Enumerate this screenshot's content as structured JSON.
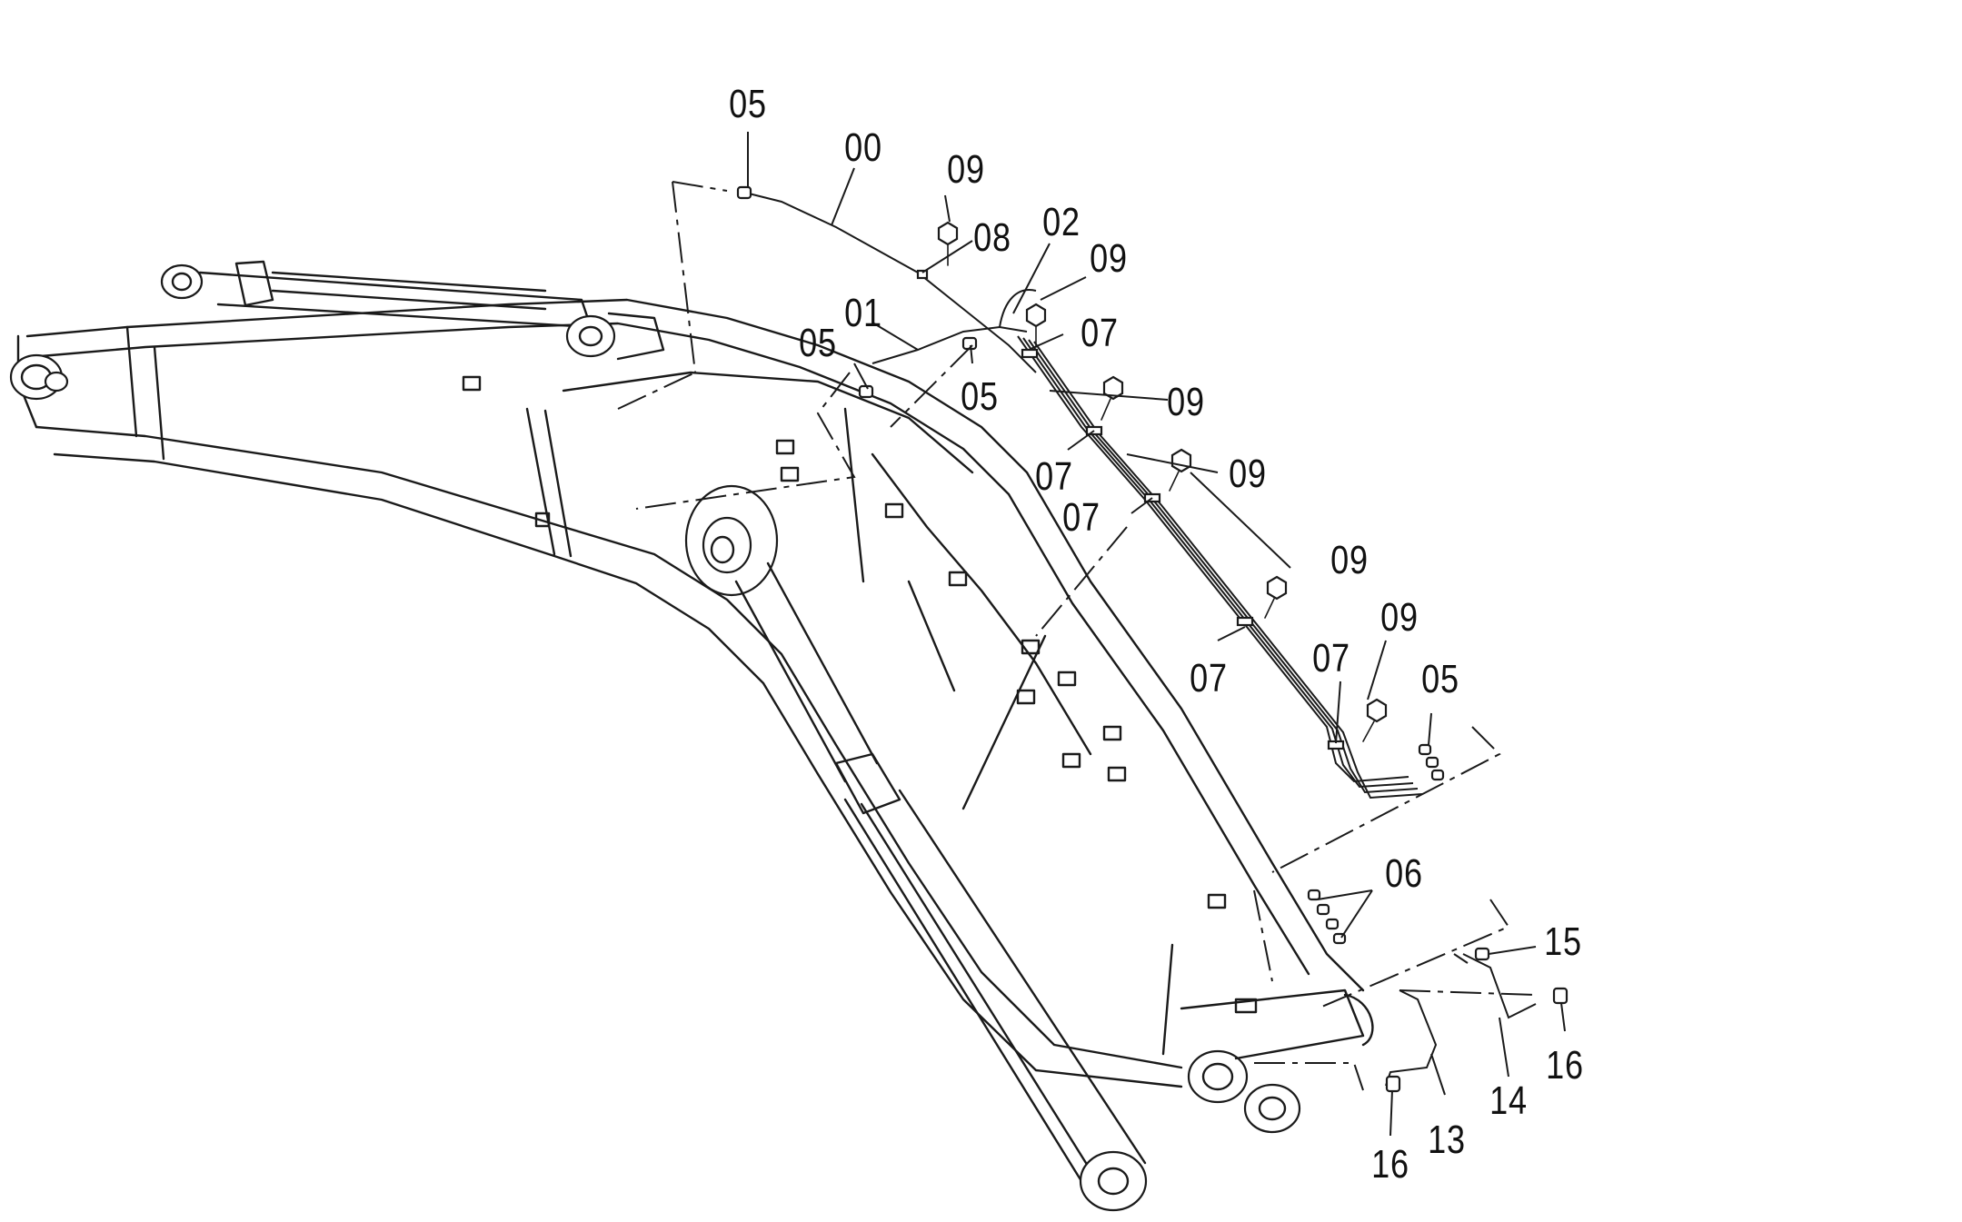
{
  "callouts": [
    {
      "id": "c-05-top",
      "text": "05"
    },
    {
      "id": "c-00",
      "text": "00"
    },
    {
      "id": "c-09-a",
      "text": "09"
    },
    {
      "id": "c-08",
      "text": "08"
    },
    {
      "id": "c-02",
      "text": "02"
    },
    {
      "id": "c-09-b",
      "text": "09"
    },
    {
      "id": "c-01",
      "text": "01"
    },
    {
      "id": "c-07-a",
      "text": "07"
    },
    {
      "id": "c-05-left",
      "text": "05"
    },
    {
      "id": "c-05-mid",
      "text": "05"
    },
    {
      "id": "c-09-c",
      "text": "09"
    },
    {
      "id": "c-07-b",
      "text": "07"
    },
    {
      "id": "c-09-d",
      "text": "09"
    },
    {
      "id": "c-07-c",
      "text": "07"
    },
    {
      "id": "c-09-e",
      "text": "09"
    },
    {
      "id": "c-09-f",
      "text": "09"
    },
    {
      "id": "c-07-d",
      "text": "07"
    },
    {
      "id": "c-07-e",
      "text": "07"
    },
    {
      "id": "c-05-right",
      "text": "05"
    },
    {
      "id": "c-06",
      "text": "06"
    },
    {
      "id": "c-15",
      "text": "15"
    },
    {
      "id": "c-16-right",
      "text": "16"
    },
    {
      "id": "c-14",
      "text": "14"
    },
    {
      "id": "c-13",
      "text": "13"
    },
    {
      "id": "c-16-bottom",
      "text": "16"
    }
  ]
}
